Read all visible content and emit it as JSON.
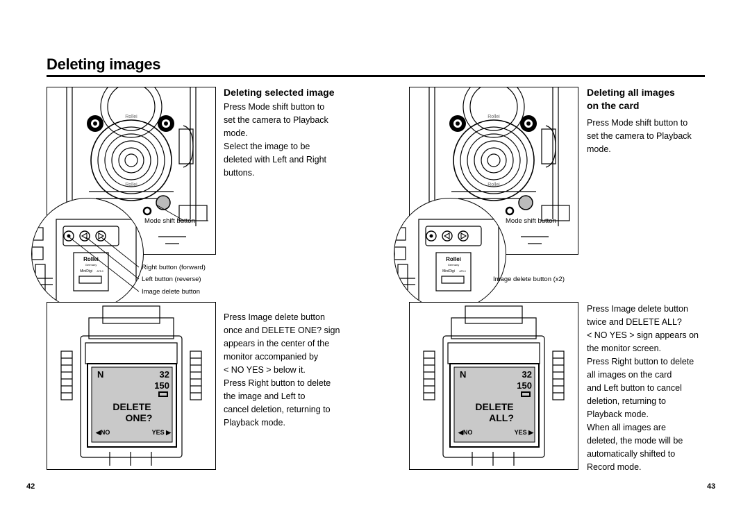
{
  "title": "Deleting images",
  "left": {
    "heading": "Deleting selected image",
    "steps_top": [
      "Press Mode shift button to",
      "set the camera to Playback",
      "mode.",
      "Select the image to be",
      "deleted with Left and Right",
      "buttons."
    ],
    "callouts": {
      "mode_shift": "Mode shift button",
      "right_button": "Right button (forward)",
      "left_button": "Left button (reverse)",
      "delete_button": "Image delete button"
    },
    "steps_bottom": [
      "Press Image delete button",
      "once and DELETE ONE? sign",
      "appears in the center of the",
      "monitor accompanied by",
      "< NO YES > below it.",
      "Press Right button to delete",
      "the image and Left to",
      "cancel deletion, returning to",
      "Playback mode."
    ],
    "lcd": {
      "mode": "N",
      "count1": "32",
      "count2": "150",
      "line1": "DELETE",
      "line2": "ONE?",
      "no": "◀NO",
      "yes": "YES ▶"
    },
    "page_number": "42"
  },
  "right": {
    "heading_line1": "Deleting all images",
    "heading_line2": "on the card",
    "steps_top": [
      "Press Mode shift button to",
      "set the camera to Playback",
      "mode."
    ],
    "callouts": {
      "mode_shift": "Mode shift button",
      "delete_button": "Image delete button (x2)"
    },
    "steps_bottom": [
      "Press Image delete button",
      "twice and DELETE ALL?",
      "< NO YES > sign appears on",
      "the monitor screen.",
      "Press Right button to delete",
      "all images on the card",
      "and Left button to cancel",
      "deletion, returning to",
      "Playback mode.",
      "When all images are",
      "deleted, the mode will be",
      "automatically shifted to",
      "Record mode."
    ],
    "lcd": {
      "mode": "N",
      "count1": "32",
      "count2": "150",
      "line1": "DELETE",
      "line2": "ALL?",
      "no": "◀NO",
      "yes": "YES ▶"
    },
    "page_number": "43"
  },
  "camera": {
    "brand": "Rollei",
    "brand_sub": "Germany",
    "model": "MiniDigi",
    "model_sub": "AF5.0"
  }
}
